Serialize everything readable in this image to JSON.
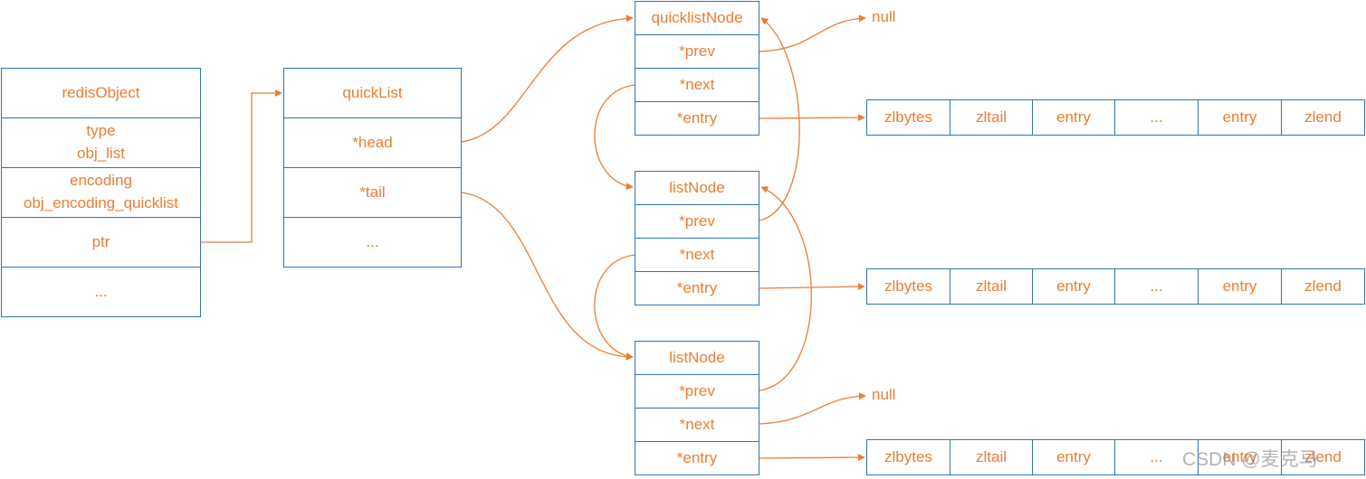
{
  "redis_object": {
    "title": "redisObject",
    "type_label": "type",
    "type_value": "obj_list",
    "encoding_label": "encoding",
    "encoding_value": "obj_encoding_quicklist",
    "ptr": "ptr",
    "more": "..."
  },
  "quicklist": {
    "title": "quickList",
    "head": "*head",
    "tail": "*tail",
    "more": "..."
  },
  "nodes": [
    {
      "title": "quicklistNode",
      "prev": "*prev",
      "next": "*next",
      "entry": "*entry"
    },
    {
      "title": "listNode",
      "prev": "*prev",
      "next": "*next",
      "entry": "*entry"
    },
    {
      "title": "listNode",
      "prev": "*prev",
      "next": "*next",
      "entry": "*entry"
    }
  ],
  "ziplists": [
    [
      "zlbytes",
      "zltail",
      "entry",
      "...",
      "entry",
      "zlend"
    ],
    [
      "zlbytes",
      "zltail",
      "entry",
      "...",
      "entry",
      "zlend"
    ],
    [
      "zlbytes",
      "zltail",
      "entry",
      "...",
      "entry",
      "zlend"
    ]
  ],
  "null_labels": [
    "null",
    "null"
  ],
  "watermark": "CSDN @麦克马",
  "colors": {
    "box_border": "#2e75b6",
    "text": "#ed7d31",
    "arrow": "#ed7d31"
  }
}
